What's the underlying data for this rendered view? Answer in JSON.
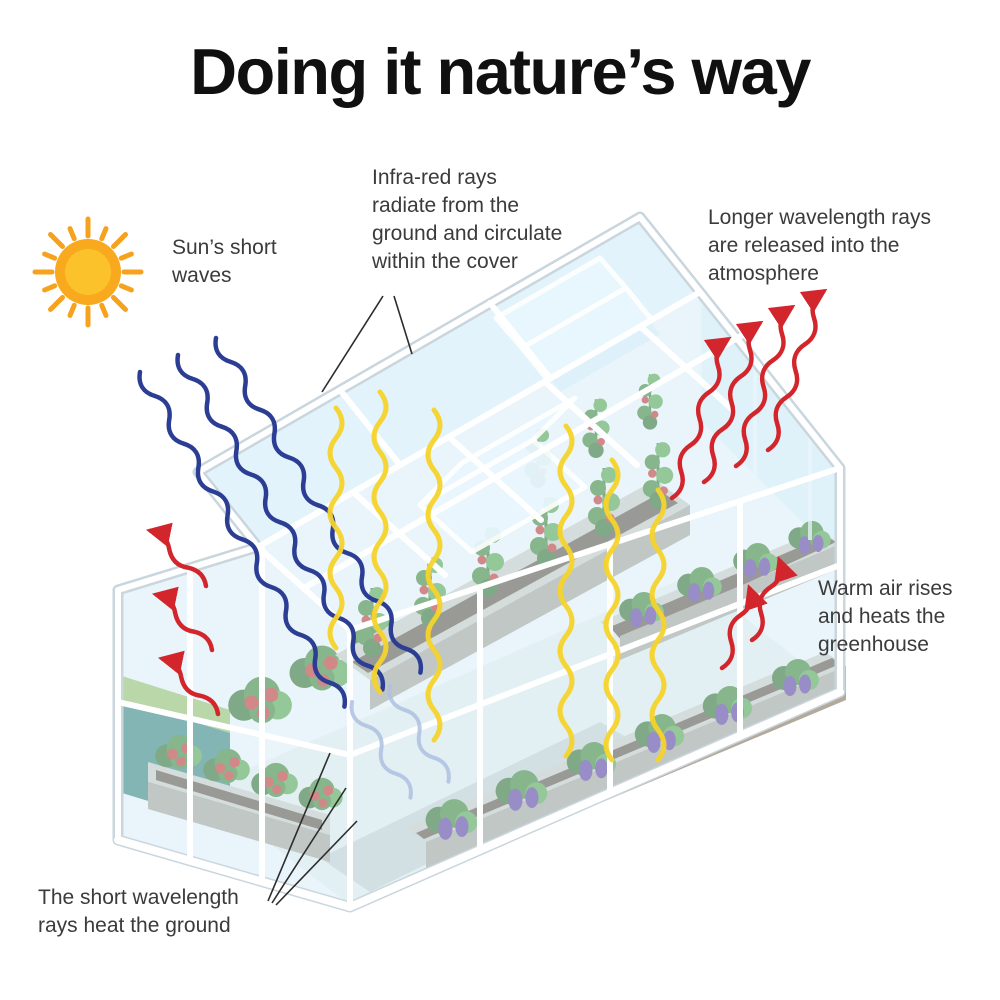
{
  "title": "Doing it nature’s way",
  "labels": {
    "sun_short_waves": "Sun’s short\nwaves",
    "infra_red": "Infra-red rays\nradiate from the\nground and circulate\nwithin the cover",
    "longer_wavelength": "Longer wavelength rays\nare released into the\natmosphere",
    "warm_air": "Warm air rises\nand heats the\ngreenhouse",
    "short_wavelength": "The short wavelength\nrays heat the ground"
  },
  "icons": {
    "sun": "sun-icon",
    "greenhouse": "greenhouse-illustration",
    "blue_arrows": "shortwave-ray-arrows",
    "yellow_arrows": "infrared-ray-arrows",
    "red_arrows": "released-ray-arrows"
  },
  "colors": {
    "title_text": "#101010",
    "label_text": "#3B3B3B",
    "sun_core": "#F9A91E",
    "sun_inner": "#FCC42C",
    "sun_rays": "#F6A21F",
    "blue_ray": "#2C3E94",
    "blue_ray_inside": "#AEBFE0",
    "yellow_ray": "#F6D32B",
    "red_ray": "#D2262C",
    "glass": "#CFE9F7",
    "glass_far": "#DCF0FA",
    "frame": "#FFFFFF",
    "frame_edge": "#C9D6DD",
    "pointer_line": "#2D2D2D"
  }
}
